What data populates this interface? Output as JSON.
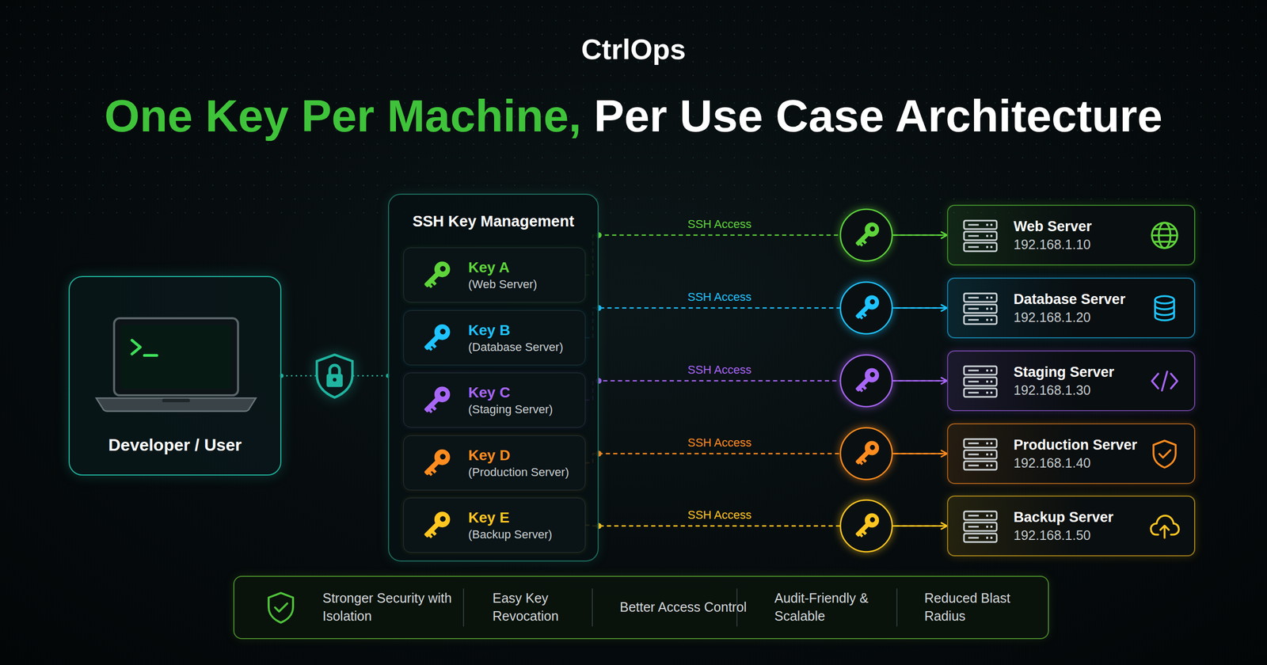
{
  "diagram": {
    "title": "One Key Per Machine, Per Use Case Architecture",
    "nodes": [
      {
        "text": [
          "Developer / User"
        ]
      },
      {
        "text": [
          "SSH Key Management"
        ]
      },
      {
        "text": [
          "Key A",
          "(Web Server)"
        ],
        "in": 1
      },
      {
        "text": [
          "Key B",
          "(Database Server)"
        ],
        "in": 1
      },
      {
        "text": [
          "Key C",
          "(Staging Server)"
        ],
        "in": 1
      },
      {
        "text": [
          "Key D",
          "(Production Server)"
        ],
        "in": 1
      },
      {
        "text": [
          "Key E",
          "(Backup Server)"
        ],
        "in": 1
      },
      {
        "text": [
          "Web Server",
          "192.168.1.10"
        ]
      },
      {
        "text": [
          "Database Server",
          "192.168.1.20"
        ]
      },
      {
        "text": [
          "Staging Server",
          "192.168.1.30"
        ]
      },
      {
        "text": [
          "Production Server",
          "192.168.1.40"
        ]
      },
      {
        "text": [
          "Backup Server",
          "192.168.1.50"
        ]
      },
      {
        "text": [
          "Stronger Security with Isolation",
          "Easy Key Revocation",
          "Better Access Control",
          "Audit-Friendly & Scalable",
          "Reduced Blast Radius"
        ]
      }
    ],
    "edges": [
      {
        "from": 0,
        "to": 1,
        "arrow": "none"
      },
      {
        "from": 2,
        "to": 7,
        "label": "SSH Access",
        "arrow": "to"
      },
      {
        "from": 3,
        "to": 8,
        "label": "SSH Access",
        "arrow": "to"
      },
      {
        "from": 4,
        "to": 9,
        "label": "SSH Access",
        "arrow": "to"
      },
      {
        "from": 5,
        "to": 10,
        "label": "SSH Access",
        "arrow": "to"
      },
      {
        "from": 6,
        "to": 11,
        "label": "SSH Access",
        "arrow": "to"
      }
    ],
    "labels": [
      "CtrlOps"
    ]
  }
}
